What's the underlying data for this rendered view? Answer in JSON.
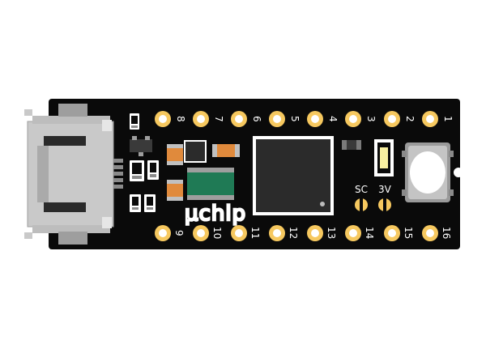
{
  "board": {
    "logo_text": "μchip",
    "top_pins": [
      "8",
      "7",
      "6",
      "5",
      "4",
      "3",
      "2",
      "1"
    ],
    "bottom_pins": [
      "9",
      "10",
      "11",
      "12",
      "13",
      "14",
      "15",
      "16"
    ],
    "jumper_labels": {
      "left": "SC",
      "right": "3V"
    },
    "colors": {
      "pcb": "#0a0a0a",
      "pad_gold": "#f6c85f",
      "pad_hole": "#ffffff",
      "usb_shell": "#c9c9c9",
      "inductor": "#1f7a55",
      "capacitor": "#e08a3c",
      "chip": "#2b2b2b"
    }
  }
}
